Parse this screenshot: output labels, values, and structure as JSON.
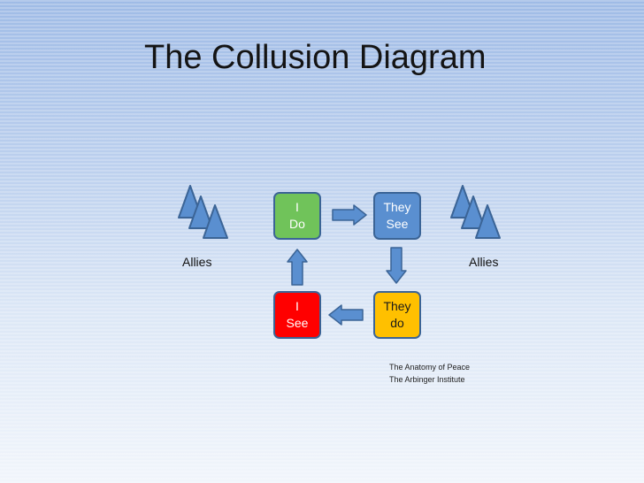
{
  "slide": {
    "title": "The Collusion Diagram"
  },
  "nodes": {
    "i_do": {
      "line1": "I",
      "line2": "Do"
    },
    "they_see": {
      "line1": "They",
      "line2": "See"
    },
    "they_do": {
      "line1": "They",
      "line2": "do"
    },
    "i_see": {
      "line1": "I",
      "line2": "See"
    }
  },
  "allies": {
    "left_label": "Allies",
    "right_label": "Allies"
  },
  "credit": {
    "line1": "The Anatomy of Peace",
    "line2": "The Arbinger Institute"
  },
  "colors": {
    "i_do": "#70c35a",
    "they_see": "#5a8fd0",
    "they_do": "#ffc000",
    "i_see": "#ff0000",
    "arrows": "#5a8fd0",
    "triangles": "#5a8fd0"
  },
  "icons": {
    "triangle": "triangle-icon",
    "arrow": "block-arrow-icon"
  }
}
